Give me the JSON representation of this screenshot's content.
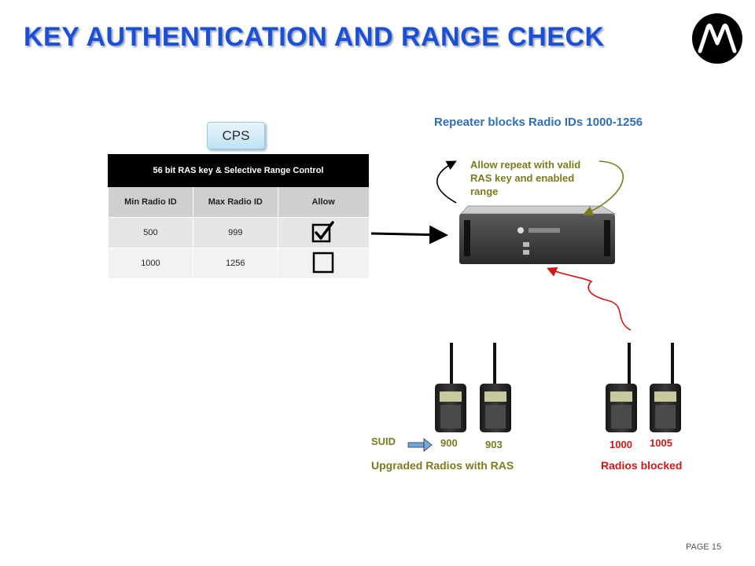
{
  "title": "KEY AUTHENTICATION AND RANGE CHECK",
  "logo_icon": "motorola-logo-icon",
  "cps_button": "CPS",
  "table": {
    "header": "56 bit RAS key & Selective Range Control",
    "columns": [
      "Min Radio ID",
      "Max Radio ID",
      "Allow"
    ],
    "rows": [
      {
        "min": "500",
        "max": "999",
        "allow": true
      },
      {
        "min": "1000",
        "max": "1256",
        "allow": false
      }
    ]
  },
  "repeater_heading": "Repeater blocks Radio IDs 1000-1256",
  "allow_note": "Allow repeat with valid RAS key and enabled range",
  "suid_label": "SUID",
  "radio_ids": [
    "900",
    "903",
    "1000",
    "1005"
  ],
  "upgraded_caption": "Upgraded Radios with RAS",
  "blocked_caption": "Radios blocked",
  "page": {
    "label": "PAGE",
    "number": "15"
  },
  "colors": {
    "title": "#1a4fd6",
    "heading": "#2f6fb3",
    "allowed": "#7c7a1b",
    "blocked": "#d01818"
  }
}
